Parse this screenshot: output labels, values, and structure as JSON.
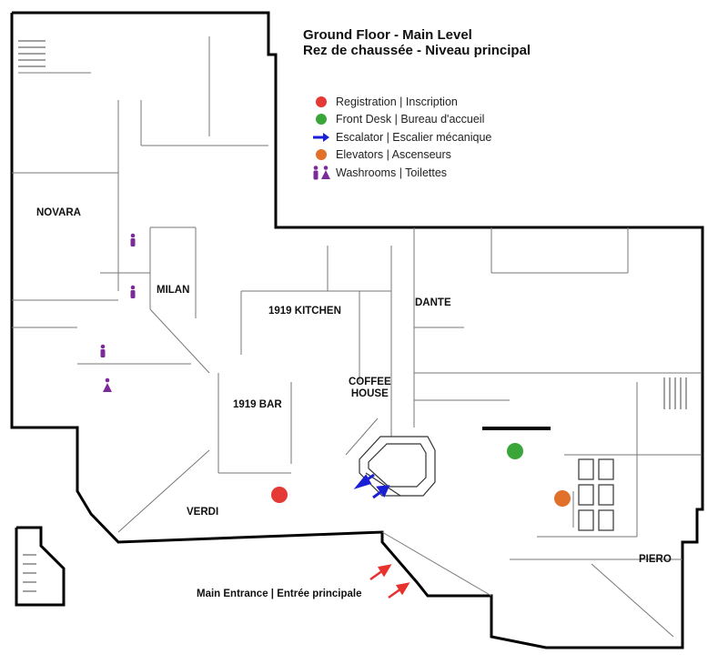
{
  "title": {
    "line1": "Ground Floor - Main Level",
    "line2": "Rez de chaussée - Niveau principal"
  },
  "legend": [
    {
      "symbol": "red-dot",
      "label": "Registration | Inscription"
    },
    {
      "symbol": "green-dot",
      "label": "Front Desk | Bureau d'accueil"
    },
    {
      "symbol": "blue-arrow",
      "label": "Escalator | Escalier mécanique"
    },
    {
      "symbol": "orange-dot",
      "label": "Elevators | Ascenseurs"
    },
    {
      "symbol": "washroom-icon",
      "label": "Washrooms | Toilettes"
    }
  ],
  "rooms": {
    "novara": "NOVARA",
    "milan": "MILAN",
    "kitchen": "1919 KITCHEN",
    "dante": "DANTE",
    "coffee_line1": "COFFEE",
    "coffee_line2": "HOUSE",
    "bar": "1919 BAR",
    "verdi": "VERDI",
    "piero": "PIERO"
  },
  "entrance": "Main Entrance | Entrée principale",
  "colors": {
    "registration": "#e53935",
    "front_desk": "#3aa63a",
    "elevators": "#e0702a",
    "escalator": "#1a1fd6",
    "washroom": "#7b2a9a",
    "entrance_arrow": "#e8322e",
    "wall": "#000000"
  }
}
